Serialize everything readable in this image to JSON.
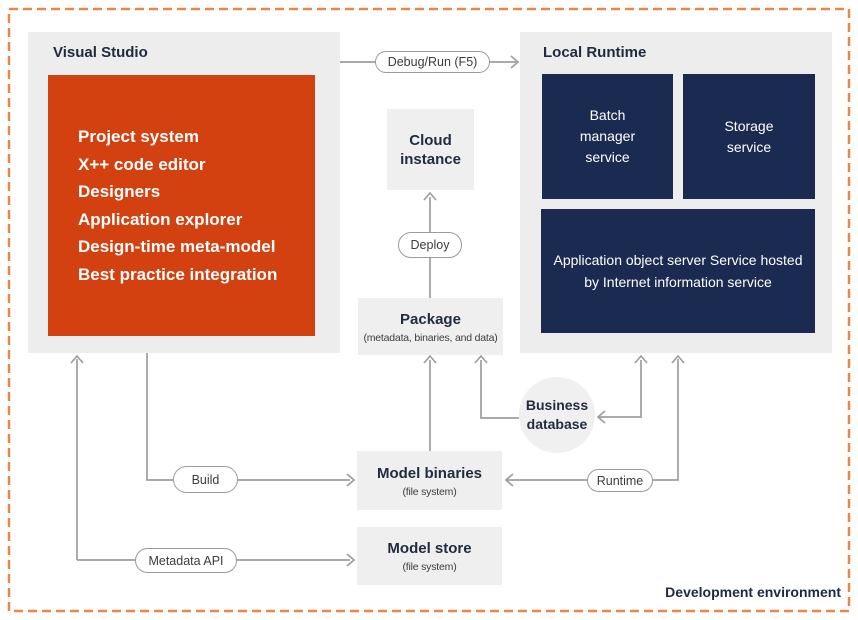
{
  "visual_studio": {
    "title": "Visual Studio",
    "features": [
      "Project system",
      "X++ code editor",
      "Designers",
      "Application explorer",
      "Design-time meta-model",
      "Best practice integration"
    ]
  },
  "local_runtime": {
    "title": "Local Runtime",
    "batch_service": "Batch manager service",
    "storage_service": "Storage service",
    "aos_service": "Application object server Service hosted by Internet information service"
  },
  "cloud_instance": {
    "title": "Cloud instance"
  },
  "package": {
    "title": "Package",
    "subtitle": "(metadata, binaries, and data)"
  },
  "model_binaries": {
    "title": "Model binaries",
    "subtitle": "(file system)"
  },
  "model_store": {
    "title": "Model store",
    "subtitle": "(file system)"
  },
  "business_database": {
    "title": "Business database"
  },
  "connector_labels": {
    "debug_run": "Debug/Run (F5)",
    "deploy": "Deploy",
    "build": "Build",
    "metadata_api": "Metadata API",
    "runtime": "Runtime"
  },
  "corner_label": "Development environment",
  "colors": {
    "accent_orange": "#d2410f",
    "navy": "#1b2a50",
    "dashed_border_orange": "#ea8648",
    "connector_gray": "#9e9e9e",
    "panel_gray": "#ededed"
  }
}
